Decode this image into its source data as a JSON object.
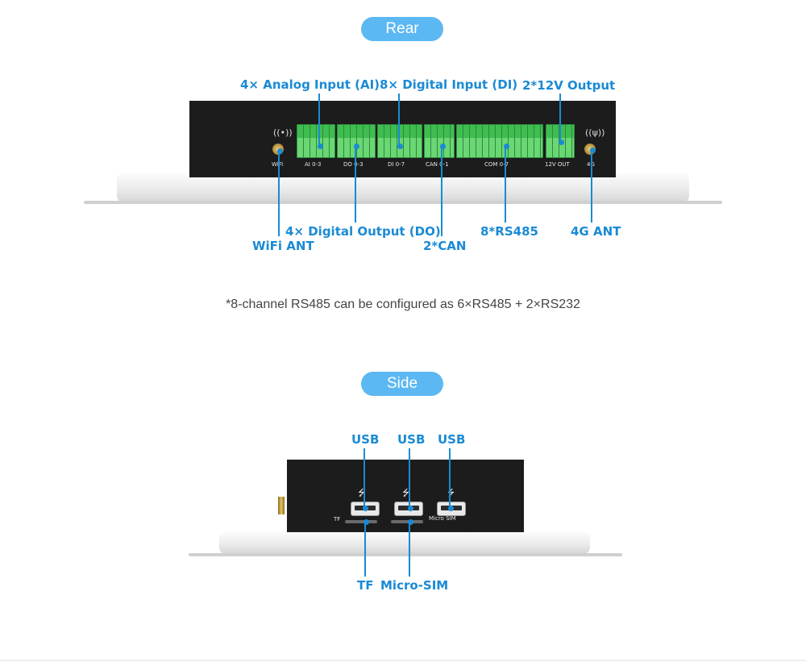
{
  "rear": {
    "title": "Rear",
    "callouts": {
      "analog_input": "4× Analog Input (AI)",
      "digital_input": "8× Digital Input (DI)",
      "output_12v": "2*12V Output",
      "digital_output": "4× Digital Output (DO)",
      "wifi_ant": "WiFi ANT",
      "can": "2*CAN",
      "rs485": "8*RS485",
      "ant_4g": "4G ANT"
    },
    "panel_labels": {
      "wifi": "WiFi",
      "ai": "AI 0-3",
      "do": "DO 0-3",
      "di": "DI 0-7",
      "can": "CAN 0-1",
      "com": "COM 0-7",
      "out12v": "12V OUT",
      "g4": "4G"
    }
  },
  "note": "*8-channel RS485 can be configured as 6×RS485 + 2×RS232",
  "side": {
    "title": "Side",
    "callouts": {
      "usb1": "USB",
      "usb2": "USB",
      "usb3": "USB",
      "tf": "TF",
      "micro_sim": "Micro-SIM"
    },
    "panel_labels": {
      "tf": "TF",
      "micro_sim": "Micro SIM"
    }
  },
  "icons": {
    "wifi": "wifi-icon",
    "signal_4g": "antenna-signal-icon",
    "usb": "usb-icon"
  },
  "colors": {
    "accent": "#1a8ad4",
    "pill": "#5cb8f2",
    "terminal_green": "#4dc55c",
    "device_body": "#1c1c1c"
  }
}
